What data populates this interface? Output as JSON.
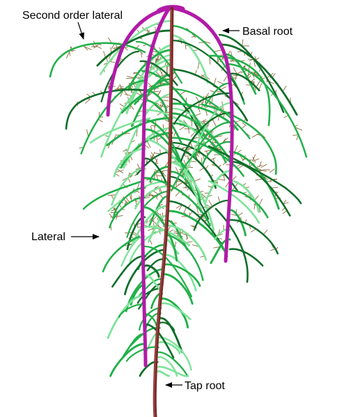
{
  "labels": {
    "second_order_lateral": "Second order lateral",
    "basal_root": "Basal root",
    "lateral": "Lateral",
    "tap_root": "Tap root"
  },
  "colors": {
    "tap_root": "#7a2a28",
    "tap_root_highlight": "#b25a55",
    "basal_root": "#b21aa8",
    "basal_root_highlight": "#e36ad8",
    "lateral": "#22b04a",
    "lateral_dark": "#0f6e2a",
    "lateral_light": "#7fe39a",
    "second_order_lateral": "#8a6a3c",
    "annotation": "#000000"
  }
}
